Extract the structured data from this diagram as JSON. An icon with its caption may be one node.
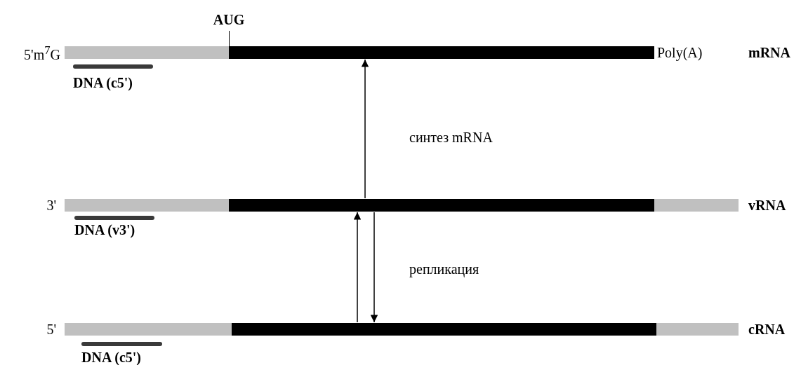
{
  "diagram": {
    "nodes": [
      {
        "text": [],
        "shape": "bar",
        "beside": [
          "5'm$^{7}$G",
          "AUG",
          "Poly(A)",
          "mRNA"
        ]
      },
      {
        "text": [
          "DNA (c5')"
        ]
      },
      {
        "text": [],
        "shape": "bar",
        "beside": [
          "3'",
          "vRNA"
        ]
      },
      {
        "text": [
          "DNA (v3')"
        ]
      },
      {
        "text": [],
        "shape": "bar",
        "beside": [
          "5'",
          "cRNA"
        ]
      },
      {
        "text": [
          "DNA (c5')"
        ]
      }
    ],
    "edges": [
      {
        "from": 2,
        "to": 0,
        "arrow": "to",
        "label": "синтез mRNA"
      },
      {
        "from": 4,
        "to": 2,
        "arrow": "to"
      },
      {
        "from": 2,
        "to": 4,
        "arrow": "to"
      }
    ],
    "labels": [
      "репликация"
    ]
  }
}
